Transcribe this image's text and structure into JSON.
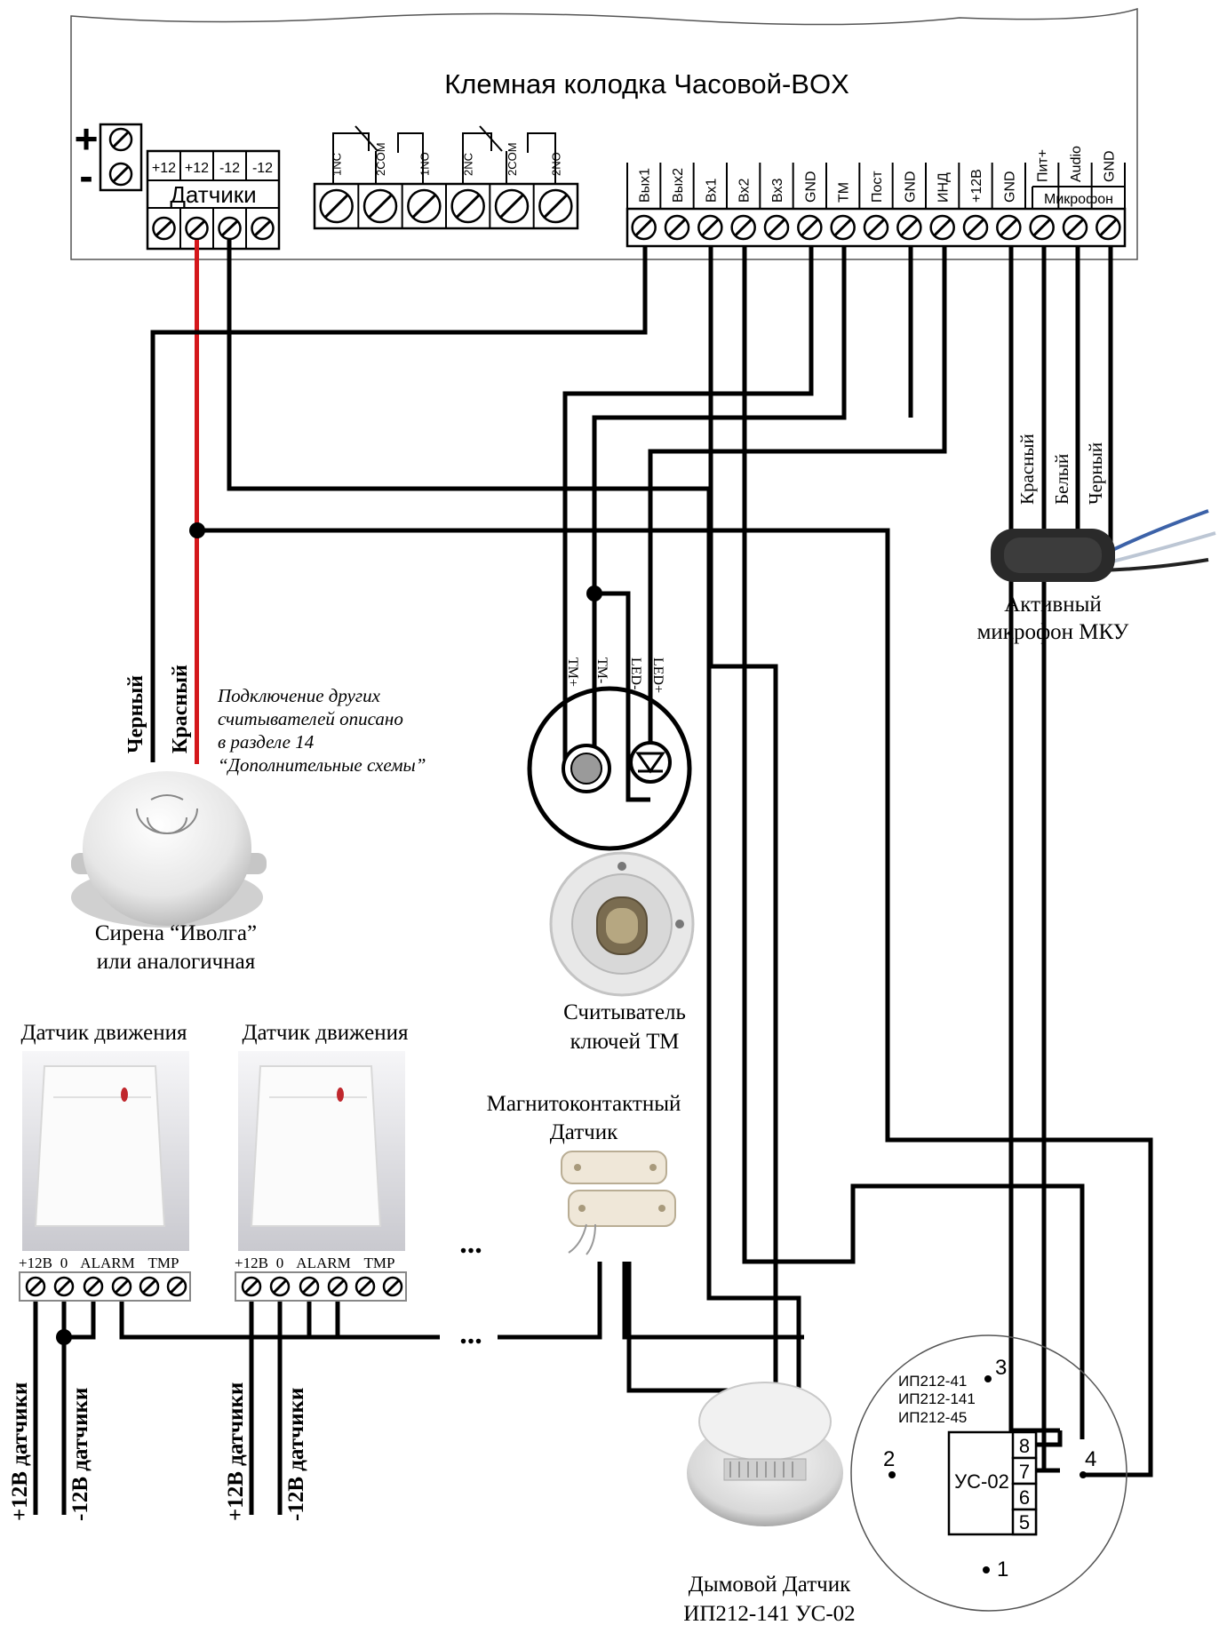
{
  "box": {
    "title": "Клемная колодка Часовой-BOX",
    "power": {
      "plus": "+",
      "minus": "-"
    },
    "sensors_block": {
      "label": "Датчики",
      "pins": [
        "+12",
        "+12",
        "-12",
        "-12"
      ]
    },
    "relay_pins": [
      "1NC",
      "2COM",
      "1NO",
      "2NC",
      "2COM",
      "2NO"
    ],
    "right_pins": [
      "Вых1",
      "Вых2",
      "Вх1",
      "Вх2",
      "Вх3",
      "GND",
      "ТМ",
      "Пост",
      "GND",
      "ИНД",
      "+12В",
      "GND",
      "Пит+",
      "Audio",
      "GND"
    ],
    "mic_group_label": "Микрофон"
  },
  "siren": {
    "wire_black": "Черный",
    "wire_red": "Красный",
    "note_lines": [
      "Подключение других",
      "считывателей описано",
      "в разделе 14",
      "“Дополнительные схемы”"
    ],
    "caption_lines": [
      "Сирена “Иволга”",
      "или аналогичная"
    ]
  },
  "reader": {
    "pins": [
      "TM+",
      "TM-",
      "LED-",
      "LED+"
    ],
    "caption_lines": [
      "Считыватель",
      "ключей ТМ"
    ]
  },
  "mic": {
    "wires": [
      "Красный",
      "Белый",
      "Черный"
    ],
    "caption_lines": [
      "Активный",
      "микрофон МКУ"
    ]
  },
  "motion": [
    {
      "title": "Датчик движения",
      "terminals": [
        "+12В",
        "0",
        "ALARM",
        "TMP"
      ],
      "wire_labels": [
        "+12В датчики",
        "-12В датчики"
      ]
    },
    {
      "title": "Датчик движения",
      "terminals": [
        "+12В",
        "0",
        "ALARM",
        "TMP"
      ],
      "wire_labels": [
        "+12В датчики",
        "-12В датчики"
      ]
    }
  ],
  "ellipsis": "...",
  "magnet": {
    "caption_lines": [
      "Магнитоконтактный",
      "Датчик"
    ]
  },
  "smoke": {
    "caption_lines": [
      "Дымовой Датчик",
      "ИП212-141 УС-02"
    ],
    "models": [
      "ИП212-41",
      "ИП212-141",
      "ИП212-45"
    ],
    "board_label": "УС-02",
    "board_pins": [
      "8",
      "7",
      "6",
      "5"
    ],
    "numbers": [
      "1",
      "2",
      "3",
      "4"
    ]
  }
}
